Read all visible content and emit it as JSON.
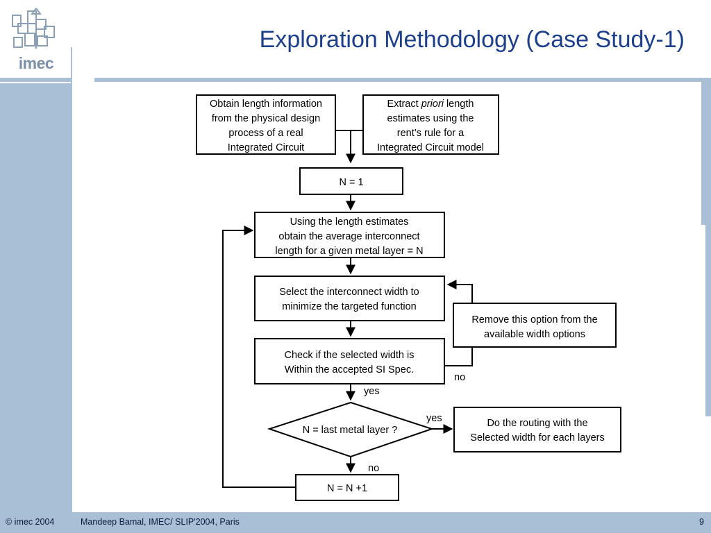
{
  "slide": {
    "title": "Exploration Methodology (Case Study-1)",
    "logo_text": "imec"
  },
  "flowchart": {
    "box_physical": [
      "Obtain length information",
      "from the physical design",
      "process of a real",
      "Integrated Circuit"
    ],
    "box_priori": {
      "line1_pre": "Extract ",
      "line1_em": "priori",
      "line1_post": " length",
      "lines": [
        "estimates using the",
        "rent’s rule for a",
        "Integrated Circuit model"
      ]
    },
    "box_n_init": "N = 1",
    "box_estimate": [
      "Using the length estimates",
      "obtain the average interconnect",
      "length for a given metal layer = N"
    ],
    "box_select": [
      "Select the interconnect width to",
      "minimize the targeted function"
    ],
    "box_remove": [
      "Remove this option from the",
      "available width options"
    ],
    "box_check": [
      "Check if the selected width is",
      "Within the accepted SI Spec."
    ],
    "decision": "N = last metal layer ?",
    "box_routing": [
      "Do the routing with the",
      "Selected width for each layers"
    ],
    "box_increment": "N = N +1",
    "label_no_check": "no",
    "label_yes_check": "yes",
    "label_yes_decision": "yes",
    "label_no_decision": "no"
  },
  "footer": {
    "copyright": "© imec 2004",
    "author": "Mandeep Bamal, IMEC/ SLIP'2004, Paris",
    "page_number": "9"
  },
  "colors": {
    "title": "#1c3f8c",
    "band": "#a9bfd5",
    "logo": "#7b90a8"
  }
}
